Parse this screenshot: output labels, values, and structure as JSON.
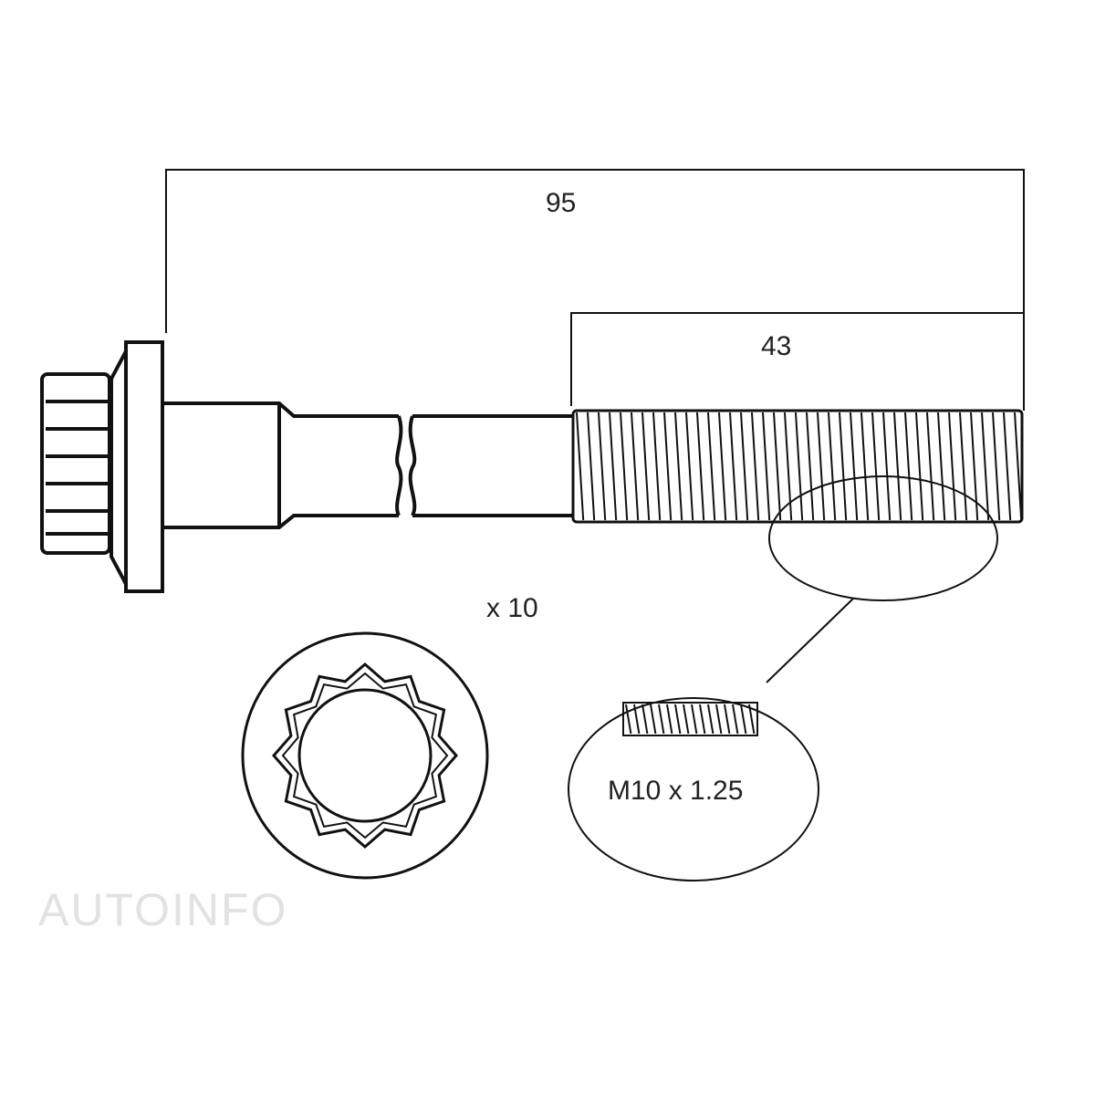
{
  "dimensions": {
    "overall_length": "95",
    "thread_length": "43"
  },
  "quantity": "x 10",
  "thread_spec": "M10 x 1.25",
  "watermark": "AUTOINFO",
  "colors": {
    "line": "#111111",
    "watermark": "#e2e2e2"
  }
}
